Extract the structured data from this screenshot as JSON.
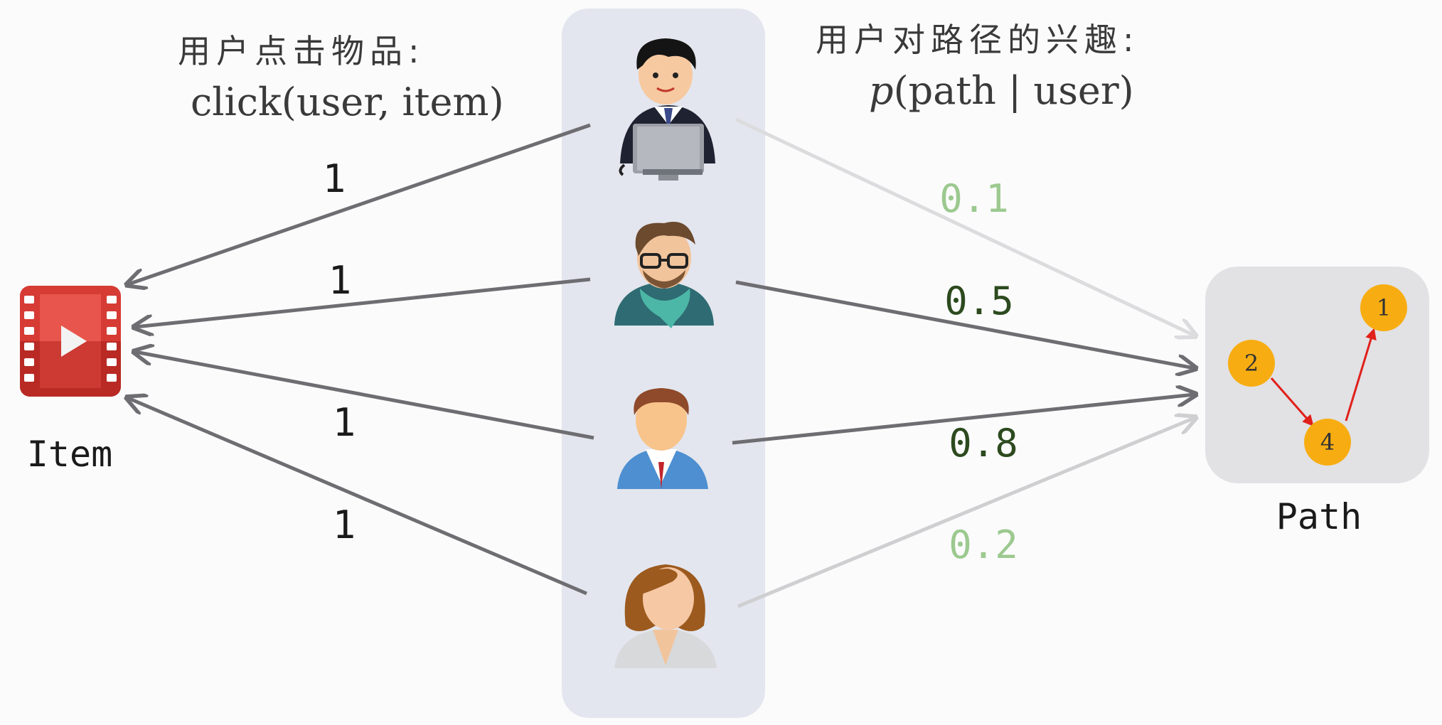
{
  "left_heading": {
    "line1": "用户点击物品:",
    "line2": "click(user, item)"
  },
  "right_heading": {
    "line1": "用户对路径的兴趣:",
    "p": "p",
    "rest": "(path | user)"
  },
  "item_label": "Item",
  "path_label": "Path",
  "click_weights": [
    "1",
    "1",
    "1",
    "1"
  ],
  "path_weights": [
    "0.1",
    "0.5",
    "0.8",
    "0.2"
  ],
  "path_nodes": [
    "1",
    "2",
    "4"
  ],
  "icons": {
    "item": "video-play-icon",
    "users": [
      "businessman-at-computer-icon",
      "man-with-glasses-scarf-icon",
      "man-with-tie-icon",
      "woman-icon"
    ]
  },
  "colors": {
    "panel": "#e3e6ee",
    "path_panel": "#e2e1e4",
    "arrow": "#6e6d71",
    "weight_high": "#2c4a1e",
    "weight_low": "#9cc98f",
    "node": "#f7ad12",
    "path_arrow": "#e0201a",
    "item_red": "#d63b34"
  }
}
